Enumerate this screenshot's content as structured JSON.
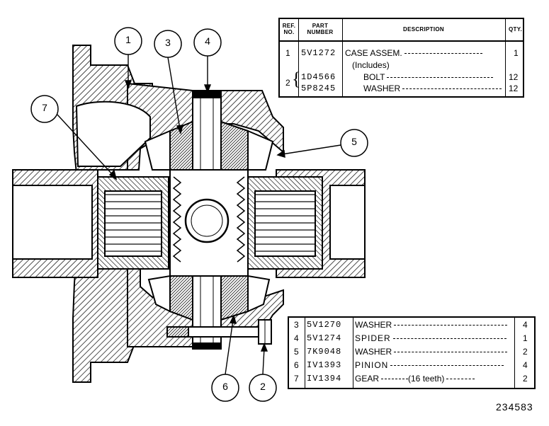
{
  "callouts": [
    "1",
    "2",
    "3",
    "4",
    "5",
    "6",
    "7"
  ],
  "top_table": {
    "headers": {
      "ref_no": "REF. NO.",
      "part_number": "PART NUMBER",
      "description": "DESCRIPTION",
      "qty": "QTY."
    },
    "rows": [
      {
        "ref": "1",
        "part": "5V1272",
        "desc": "CASE ASSEM.",
        "qty": "1"
      },
      {
        "ref": "",
        "part": "",
        "desc": "(Includes)",
        "qty": ""
      },
      {
        "ref": "2",
        "part": "1D4566",
        "desc": "BOLT",
        "qty": "12"
      },
      {
        "ref": "",
        "part": "5P8245",
        "desc": "WASHER",
        "qty": "12"
      }
    ]
  },
  "bottom_table": {
    "rows": [
      {
        "ref": "3",
        "part": "5V1270",
        "desc": "WASHER",
        "qty": "4"
      },
      {
        "ref": "4",
        "part": "5V1274",
        "desc": "SPIDER",
        "qty": "1"
      },
      {
        "ref": "5",
        "part": "7K9048",
        "desc": "WASHER",
        "qty": "2"
      },
      {
        "ref": "6",
        "part": "IV1393",
        "desc": "PINION",
        "qty": "4"
      },
      {
        "ref": "7",
        "part": "IV1394",
        "desc": "GEAR",
        "note": "(16 teeth)",
        "qty": "2"
      }
    ]
  },
  "drawing_number": "234583"
}
